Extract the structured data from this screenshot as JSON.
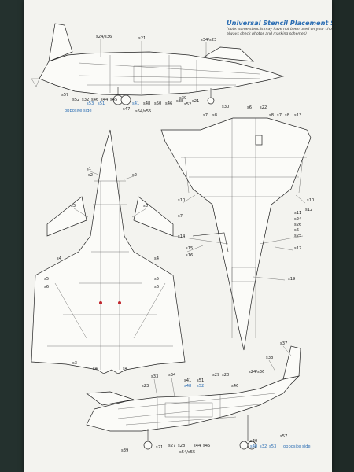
{
  "title": "Universal Stencil Placement Scheme",
  "note": "(note: some stencils may have not been used on your chosen machine, always check photos and marking schemes)",
  "side_labels": {
    "top_left": "opposite side",
    "bottom_right": "opposite side"
  },
  "stencil_labels": {
    "top_side": [
      "s24/s36",
      "s21",
      "s34/s23",
      "s57",
      "s52",
      "s32",
      "s46",
      "s44",
      "s45",
      "s53",
      "s51",
      "s41",
      "s48",
      "s50",
      "s46",
      "s38",
      "s52",
      "s21",
      "s39",
      "s47",
      "s54/s55",
      "s30",
      "s6",
      "s22"
    ],
    "front_view": [
      "s7",
      "s8",
      "s8",
      "s7",
      "s8",
      "s13",
      "s10",
      "s10",
      "s11",
      "s12",
      "s24",
      "s26",
      "s6",
      "s25",
      "s7",
      "s14",
      "s15",
      "s17",
      "s16",
      "s19"
    ],
    "planform": [
      "s1",
      "s2",
      "s3",
      "s4",
      "s4",
      "s5",
      "s5",
      "s6",
      "s6",
      "s3",
      "s3",
      "s4",
      "s4",
      "s2"
    ],
    "bottom_side": [
      "s37",
      "s38",
      "s24/s36",
      "s33",
      "s23",
      "s34",
      "s41",
      "s51",
      "s29",
      "s20",
      "s48",
      "s52",
      "s46",
      "s40",
      "s40",
      "s32",
      "s53",
      "s57",
      "s27",
      "s28",
      "s44",
      "s45",
      "s21",
      "s54/s55",
      "s39"
    ]
  }
}
